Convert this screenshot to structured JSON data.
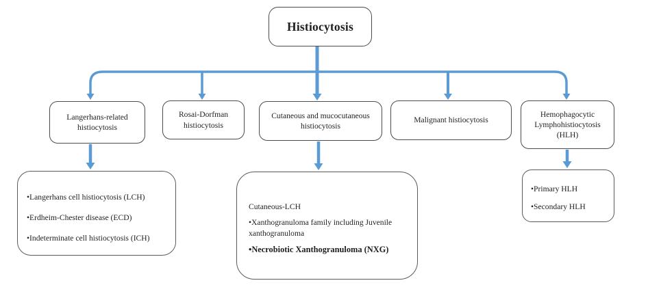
{
  "diagram_title": "Histiocytosis",
  "colors": {
    "arrow": "#5B9BD5",
    "box_border": "#4a4a4a",
    "text": "#1f1f1f",
    "background": "#ffffff"
  },
  "level2": [
    {
      "label": "Langerhans-related histiocytosis"
    },
    {
      "label": "Rosai-Dorfman histiocytosis"
    },
    {
      "label": "Cutaneous and mucocutaneous histiocytosis"
    },
    {
      "label": "Malignant histiocytosis"
    },
    {
      "label": "Hemophagocytic Lymphohistiocytosis (HLH)"
    }
  ],
  "details": {
    "langerhans_related": {
      "items": [
        "•Langerhans cell  histiocytosis (LCH)",
        "•Erdheim-Chester disease (ECD)",
        "•Indeterminate cell histiocytosis (ICH)"
      ]
    },
    "cutaneous": {
      "heading": "Cutaneous-LCH",
      "item": "•Xanthogranuloma family including Juvenile xanthogranuloma",
      "item_bold": "•Necrobiotic Xanthogranuloma (NXG)"
    },
    "hlh": {
      "items": [
        "•Primary HLH",
        "•Secondary HLH"
      ]
    }
  }
}
